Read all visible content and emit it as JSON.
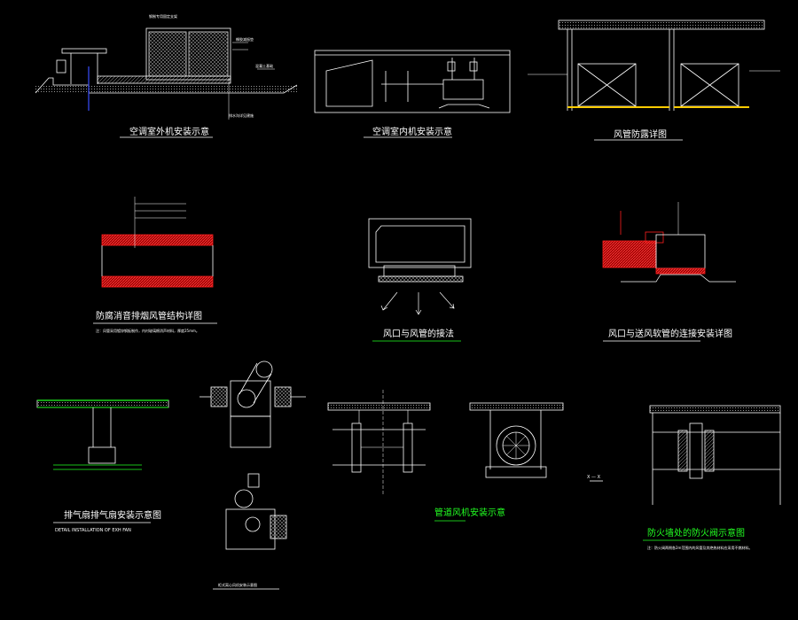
{
  "drawing": {
    "background": "#000000",
    "line_color": "#ffffff",
    "accent_red": "#ff2020",
    "accent_green": "#22ff22",
    "accent_yellow": "#ffcc00"
  },
  "views": {
    "outdoor_unit": {
      "title": "空调室外机安装示意",
      "callout_top": "钢制专用固定支架",
      "callout_a": "橡胶减振垫",
      "callout_b": "混凝土基础",
      "callout_c": "排水沟详见建施"
    },
    "indoor_unit": {
      "title": "空调室内机安装示意"
    },
    "louver": {
      "title": "风管防露详图"
    },
    "duct_section": {
      "title": "防腐消音排烟风管结构详图",
      "note": "注：风管采用镀锌钢板制作，内衬玻璃棉消声材料，厚度25mm。"
    },
    "diffuser": {
      "title": "风口与风管的接法"
    },
    "flex_duct": {
      "title": "风口与送风软管的连接安装详图"
    },
    "exhaust_fan": {
      "title": "排气扇排气扇安装示意图",
      "subtitle": "DETAIL INSTALLATION OF EXH FAN"
    },
    "cabinet_fan": {
      "title": "柜式离心风机安装示意图"
    },
    "inline_fan": {
      "title": "管道风机安装示意"
    },
    "axial_fan": {
      "section_label": "X — X"
    },
    "fire_damper": {
      "title": "防火墙处的防火阀示意图",
      "note": "注：防火阀两侧各2m范围内的风管及其绝热材料应采用不燃材料。"
    }
  }
}
